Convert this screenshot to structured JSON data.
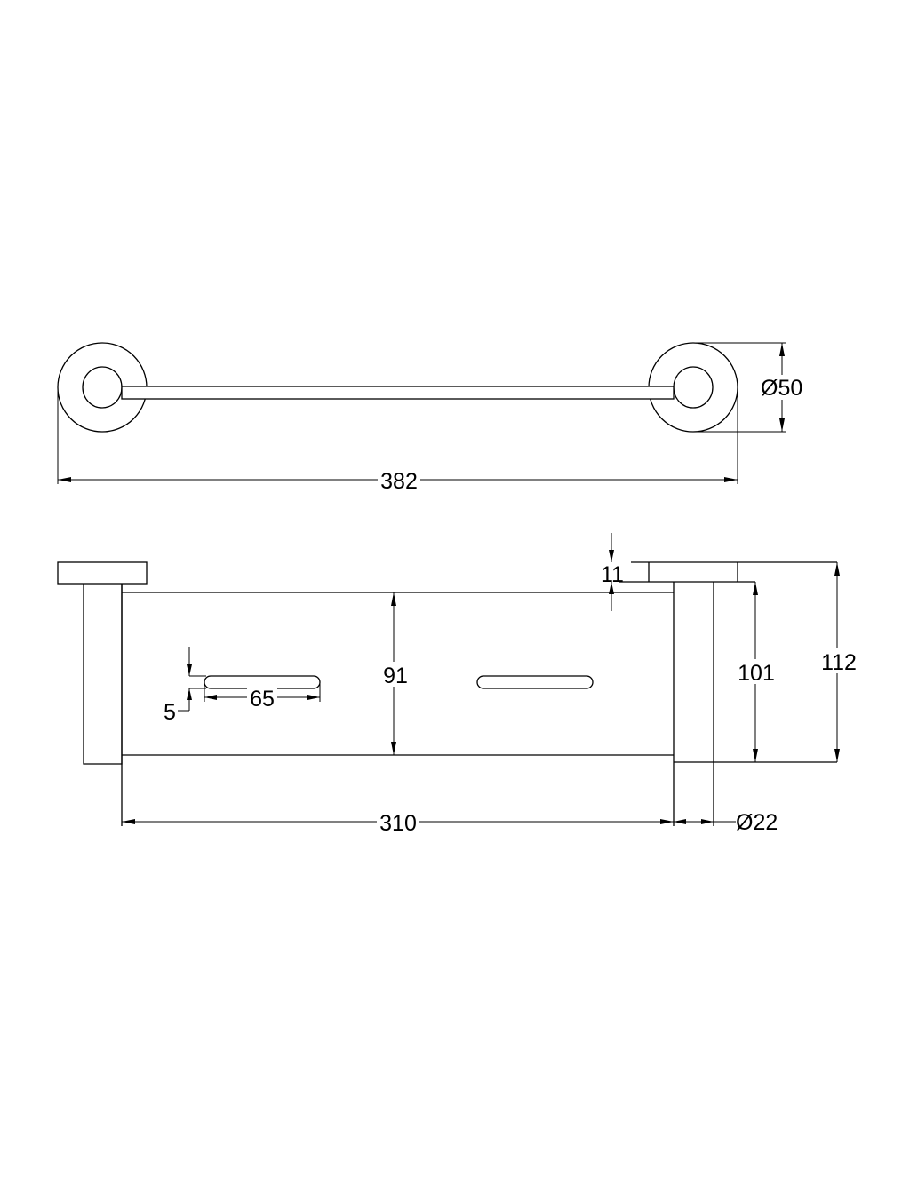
{
  "drawing": {
    "top_view": {
      "overall_length": "382",
      "flange_diameter": "Ø50"
    },
    "side_view": {
      "flange_thickness": "11",
      "shelf_height": "91",
      "post_height": "101",
      "overall_height": "112",
      "shelf_length": "310",
      "post_diameter": "Ø22",
      "slot_length": "65",
      "slot_width": "5"
    }
  }
}
